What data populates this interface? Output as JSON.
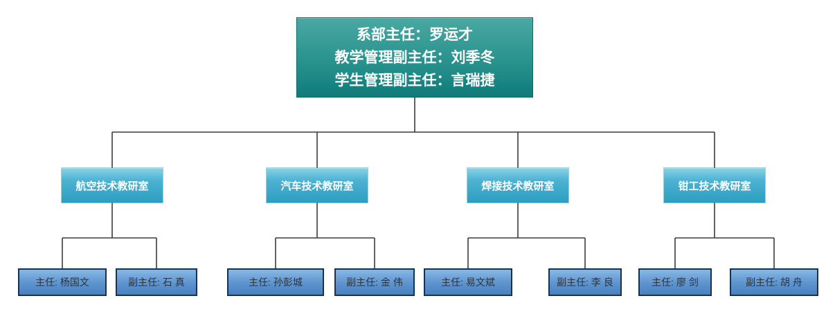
{
  "diagram": {
    "type": "org-chart",
    "root": {
      "lines": [
        "系部主任：罗运才",
        "教学管理副主任：刘季冬",
        "学生管理副主任：言瑞捷"
      ]
    },
    "departments": [
      {
        "label": "航空技术教研室",
        "children": [
          {
            "label": "主任: 杨国文"
          },
          {
            "label": "副主任: 石 真"
          }
        ]
      },
      {
        "label": "汽车技术教研室",
        "children": [
          {
            "label": "主任: 孙彭城"
          },
          {
            "label": "副主任: 金 伟"
          }
        ]
      },
      {
        "label": "焊接技术教研室",
        "children": [
          {
            "label": "主任: 易文斌"
          },
          {
            "label": "副主任: 李 良"
          }
        ]
      },
      {
        "label": "钳工技术教研室",
        "children": [
          {
            "label": "主任: 廖 剑"
          },
          {
            "label": "副主任: 胡 舟"
          }
        ]
      }
    ],
    "colors": {
      "root_box_top": "#4aa8a2",
      "root_box_bottom": "#0e7c7a",
      "root_text": "#ffffff",
      "dept_box_top": "#85d1e4",
      "dept_box_bottom": "#2d9ec1",
      "dept_text": "#ffffff",
      "leaf_box_top": "#88b8e5",
      "leaf_box_bottom": "#4a80bf",
      "leaf_border": "#16324f",
      "leaf_text": "#2b3540",
      "connector_line": "#3a3a3a",
      "background": "#ffffff"
    }
  }
}
